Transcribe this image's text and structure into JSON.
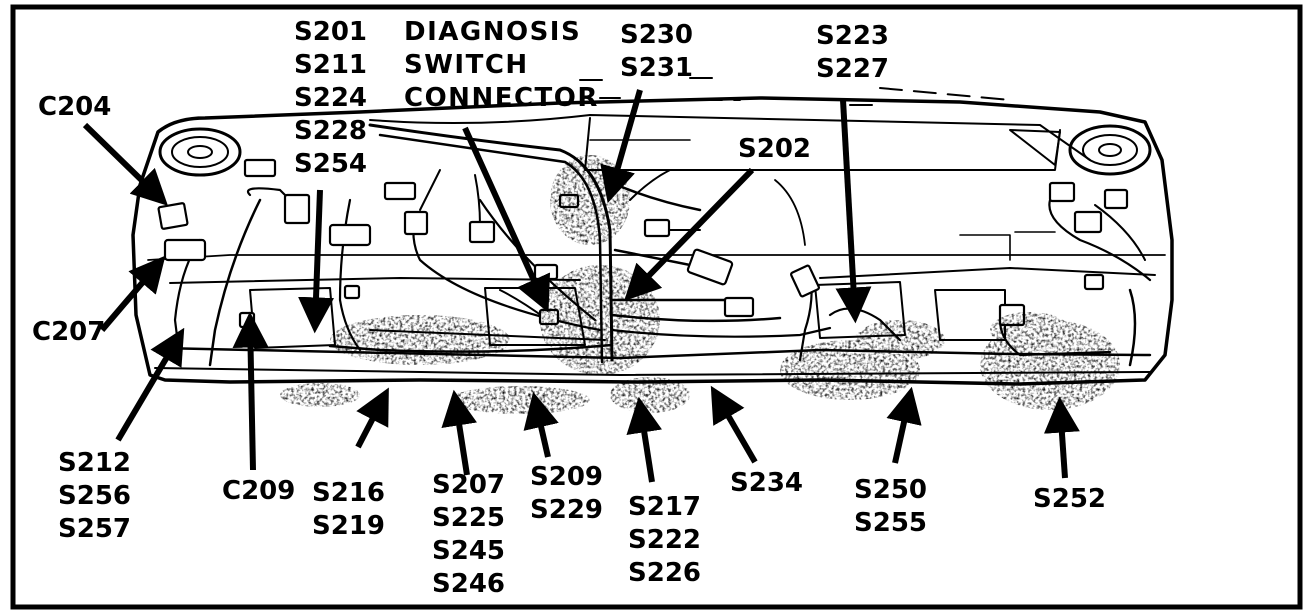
{
  "labels": {
    "c204": [
      "C204"
    ],
    "c207": [
      "C207"
    ],
    "s212": [
      "S212",
      "S256",
      "S257"
    ],
    "c209": [
      "C209"
    ],
    "s201": [
      "S201",
      "S211",
      "S224",
      "S228",
      "S254"
    ],
    "diag": [
      "DIAGNOSIS",
      "SWITCH",
      "CONNECTOR"
    ],
    "s230": [
      "S230",
      "S231"
    ],
    "s223": [
      "S223",
      "S227"
    ],
    "s202": [
      "S202"
    ],
    "s216": [
      "S216",
      "S219"
    ],
    "s207": [
      "S207",
      "S225",
      "S245",
      "S246"
    ],
    "s209": [
      "S209",
      "S229"
    ],
    "s217": [
      "S217",
      "S222",
      "S226"
    ],
    "s234": [
      "S234"
    ],
    "s250": [
      "S250",
      "S255"
    ],
    "s252": [
      "S252"
    ]
  },
  "colors": {
    "ink": "#000000",
    "paper": "#ffffff",
    "smudge": "#555555"
  }
}
